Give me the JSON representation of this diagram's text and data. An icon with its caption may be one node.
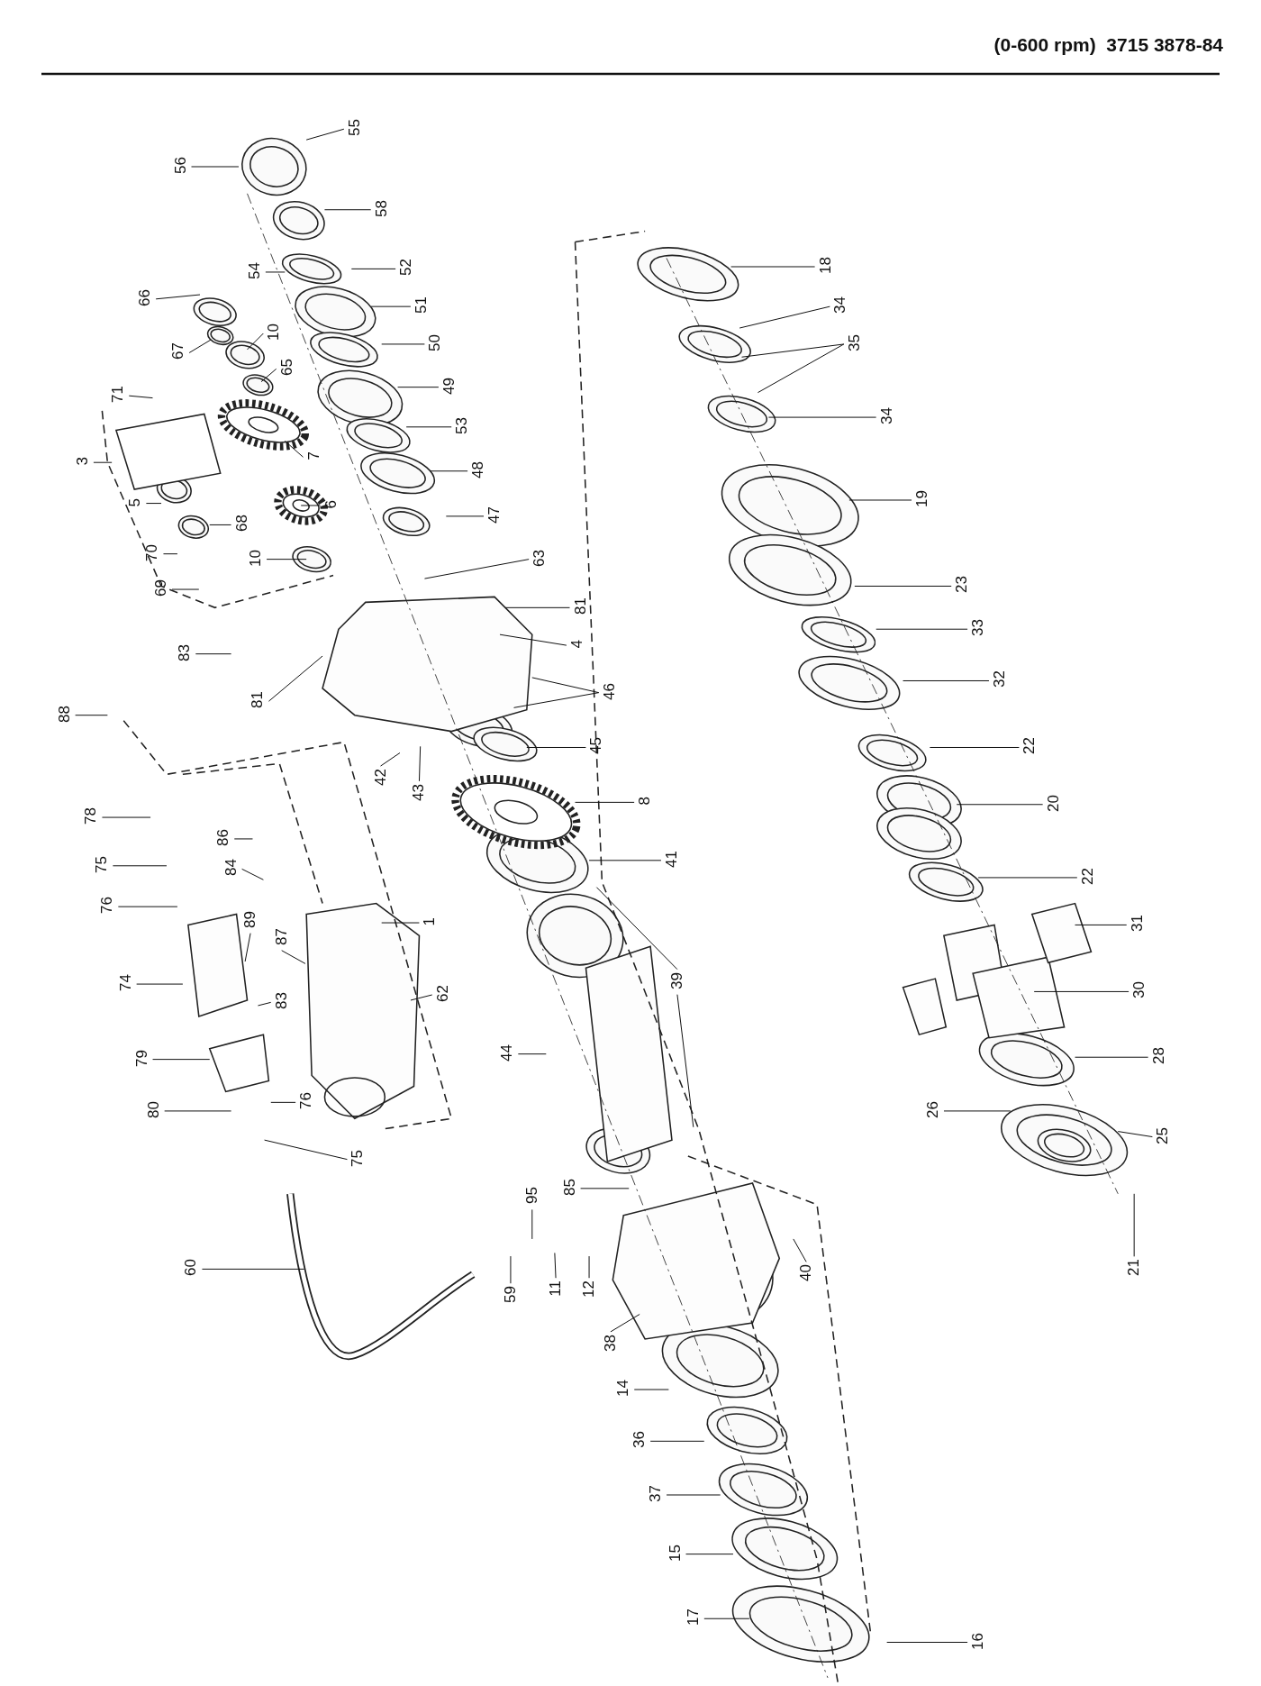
{
  "diagram": {
    "title": "(0-600 rpm)  3715 3878-84",
    "nodes": [
      {
        "text": [
          "55"
        ]
      },
      {
        "text": [
          "56"
        ]
      },
      {
        "text": [
          "58"
        ]
      },
      {
        "text": [
          "54"
        ]
      },
      {
        "text": [
          "52"
        ]
      },
      {
        "text": [
          "66"
        ]
      },
      {
        "text": [
          "67"
        ]
      },
      {
        "text": [
          "10"
        ]
      },
      {
        "text": [
          "51"
        ]
      },
      {
        "text": [
          "71"
        ]
      },
      {
        "text": [
          "65"
        ]
      },
      {
        "text": [
          "50"
        ]
      },
      {
        "text": [
          "49"
        ]
      },
      {
        "text": [
          "3"
        ]
      },
      {
        "text": [
          "53"
        ]
      },
      {
        "text": [
          "7"
        ]
      },
      {
        "text": [
          "48"
        ]
      },
      {
        "text": [
          "5"
        ]
      },
      {
        "text": [
          "68"
        ]
      },
      {
        "text": [
          "6"
        ]
      },
      {
        "text": [
          "47"
        ]
      },
      {
        "text": [
          "70"
        ]
      },
      {
        "text": [
          "10"
        ]
      },
      {
        "text": [
          "63"
        ]
      },
      {
        "text": [
          "69"
        ]
      },
      {
        "text": [
          "81"
        ]
      },
      {
        "text": [
          "4"
        ]
      },
      {
        "text": [
          "83"
        ]
      },
      {
        "text": [
          "81"
        ]
      },
      {
        "text": [
          "46"
        ]
      },
      {
        "text": [
          "88"
        ]
      },
      {
        "text": [
          "45"
        ]
      },
      {
        "text": [
          "42"
        ]
      },
      {
        "text": [
          "43"
        ]
      },
      {
        "text": [
          "8"
        ]
      },
      {
        "text": [
          "78"
        ]
      },
      {
        "text": [
          "86"
        ]
      },
      {
        "text": [
          "84"
        ]
      },
      {
        "text": [
          "75"
        ]
      },
      {
        "text": [
          "41"
        ]
      },
      {
        "text": [
          "76"
        ]
      },
      {
        "text": [
          "1"
        ]
      },
      {
        "text": [
          "89"
        ]
      },
      {
        "text": [
          "87"
        ]
      },
      {
        "text": [
          "39"
        ]
      },
      {
        "text": [
          "74"
        ]
      },
      {
        "text": [
          "83"
        ]
      },
      {
        "text": [
          "62"
        ]
      },
      {
        "text": [
          "44"
        ]
      },
      {
        "text": [
          "79"
        ]
      },
      {
        "text": [
          "76"
        ]
      },
      {
        "text": [
          "80"
        ]
      },
      {
        "text": [
          "75"
        ]
      },
      {
        "text": [
          "85"
        ]
      },
      {
        "text": [
          "95"
        ]
      },
      {
        "text": [
          "60"
        ]
      },
      {
        "text": [
          "59"
        ]
      },
      {
        "text": [
          "11"
        ]
      },
      {
        "text": [
          "12"
        ]
      },
      {
        "text": [
          "40"
        ]
      },
      {
        "text": [
          "38"
        ]
      },
      {
        "text": [
          "14"
        ]
      },
      {
        "text": [
          "36"
        ]
      },
      {
        "text": [
          "37"
        ]
      },
      {
        "text": [
          "15"
        ]
      },
      {
        "text": [
          "17"
        ]
      },
      {
        "text": [
          "16"
        ]
      },
      {
        "text": [
          "18"
        ]
      },
      {
        "text": [
          "34"
        ]
      },
      {
        "text": [
          "35"
        ]
      },
      {
        "text": [
          "34"
        ]
      },
      {
        "text": [
          "19"
        ]
      },
      {
        "text": [
          "23"
        ]
      },
      {
        "text": [
          "33"
        ]
      },
      {
        "text": [
          "32"
        ]
      },
      {
        "text": [
          "22"
        ]
      },
      {
        "text": [
          "20"
        ]
      },
      {
        "text": [
          "22"
        ]
      },
      {
        "text": [
          "31"
        ]
      },
      {
        "text": [
          "30"
        ]
      },
      {
        "text": [
          "28"
        ]
      },
      {
        "text": [
          "26"
        ]
      },
      {
        "text": [
          "25"
        ]
      },
      {
        "text": [
          "21"
        ]
      }
    ],
    "edges": [
      {
        "from": 0,
        "to": null,
        "arrow": "none"
      },
      {
        "from": 1,
        "to": null,
        "arrow": "none"
      },
      {
        "from": 2,
        "to": null,
        "arrow": "none"
      },
      {
        "from": 3,
        "to": null,
        "arrow": "none"
      },
      {
        "from": 4,
        "to": null,
        "arrow": "none"
      },
      {
        "from": 5,
        "to": null,
        "arrow": "none"
      },
      {
        "from": 6,
        "to": null,
        "arrow": "none"
      },
      {
        "from": 7,
        "to": null,
        "arrow": "none"
      },
      {
        "from": 8,
        "to": null,
        "arrow": "none"
      },
      {
        "from": 9,
        "to": null,
        "arrow": "none"
      },
      {
        "from": 10,
        "to": null,
        "arrow": "none"
      },
      {
        "from": 11,
        "to": null,
        "arrow": "none"
      },
      {
        "from": 12,
        "to": null,
        "arrow": "none"
      },
      {
        "from": 13,
        "to": null,
        "arrow": "none"
      },
      {
        "from": 14,
        "to": null,
        "arrow": "none"
      },
      {
        "from": 15,
        "to": null,
        "arrow": "none"
      },
      {
        "from": 16,
        "to": null,
        "arrow": "none"
      },
      {
        "from": 17,
        "to": null,
        "arrow": "none"
      },
      {
        "from": 18,
        "to": null,
        "arrow": "none"
      },
      {
        "from": 19,
        "to": null,
        "arrow": "none"
      },
      {
        "from": 20,
        "to": null,
        "arrow": "none"
      },
      {
        "from": 21,
        "to": null,
        "arrow": "none"
      },
      {
        "from": 22,
        "to": null,
        "arrow": "none"
      },
      {
        "from": 23,
        "to": null,
        "arrow": "none"
      },
      {
        "from": 24,
        "to": null,
        "arrow": "none"
      },
      {
        "from": 25,
        "to": null,
        "arrow": "none"
      },
      {
        "from": 26,
        "to": null,
        "arrow": "none"
      },
      {
        "from": 27,
        "to": null,
        "arrow": "none"
      },
      {
        "from": 28,
        "to": null,
        "arrow": "none"
      },
      {
        "from": 29,
        "to": null,
        "arrow": "none"
      },
      {
        "from": 29,
        "to": null,
        "arrow": "none"
      },
      {
        "from": 30,
        "to": null,
        "arrow": "none"
      },
      {
        "from": 31,
        "to": null,
        "arrow": "none"
      },
      {
        "from": 32,
        "to": null,
        "arrow": "none"
      },
      {
        "from": 33,
        "to": null,
        "arrow": "none"
      },
      {
        "from": 34,
        "to": null,
        "arrow": "none"
      },
      {
        "from": 35,
        "to": null,
        "arrow": "none"
      },
      {
        "from": 36,
        "to": null,
        "arrow": "none"
      },
      {
        "from": 37,
        "to": null,
        "arrow": "none"
      },
      {
        "from": 38,
        "to": null,
        "arrow": "none"
      },
      {
        "from": 39,
        "to": null,
        "arrow": "none"
      },
      {
        "from": 40,
        "to": null,
        "arrow": "none"
      },
      {
        "from": 41,
        "to": null,
        "arrow": "none"
      },
      {
        "from": 42,
        "to": null,
        "arrow": "none"
      },
      {
        "from": 43,
        "to": null,
        "arrow": "none"
      },
      {
        "from": 44,
        "to": null,
        "arrow": "none"
      },
      {
        "from": 44,
        "to": null,
        "arrow": "none"
      },
      {
        "from": 45,
        "to": null,
        "arrow": "none"
      },
      {
        "from": 46,
        "to": null,
        "arrow": "none"
      },
      {
        "from": 47,
        "to": null,
        "arrow": "none"
      },
      {
        "from": 48,
        "to": null,
        "arrow": "none"
      },
      {
        "from": 49,
        "to": null,
        "arrow": "none"
      },
      {
        "from": 50,
        "to": null,
        "arrow": "none"
      },
      {
        "from": 51,
        "to": null,
        "arrow": "none"
      },
      {
        "from": 52,
        "to": null,
        "arrow": "none"
      },
      {
        "from": 53,
        "to": null,
        "arrow": "none"
      },
      {
        "from": 54,
        "to": null,
        "arrow": "none"
      },
      {
        "from": 55,
        "to": null,
        "arrow": "none"
      },
      {
        "from": 56,
        "to": null,
        "arrow": "none"
      },
      {
        "from": 57,
        "to": null,
        "arrow": "none"
      },
      {
        "from": 58,
        "to": null,
        "arrow": "none"
      },
      {
        "from": 59,
        "to": null,
        "arrow": "none"
      },
      {
        "from": 60,
        "to": null,
        "arrow": "none"
      },
      {
        "from": 61,
        "to": null,
        "arrow": "none"
      },
      {
        "from": 62,
        "to": null,
        "arrow": "none"
      },
      {
        "from": 63,
        "to": null,
        "arrow": "none"
      },
      {
        "from": 64,
        "to": null,
        "arrow": "none"
      },
      {
        "from": 65,
        "to": null,
        "arrow": "none"
      },
      {
        "from": 66,
        "to": null,
        "arrow": "none"
      },
      {
        "from": 67,
        "to": null,
        "arrow": "none"
      },
      {
        "from": 68,
        "to": null,
        "arrow": "none"
      },
      {
        "from": 69,
        "to": null,
        "arrow": "none"
      },
      {
        "from": 69,
        "to": null,
        "arrow": "none"
      },
      {
        "from": 70,
        "to": null,
        "arrow": "none"
      },
      {
        "from": 71,
        "to": null,
        "arrow": "none"
      },
      {
        "from": 72,
        "to": null,
        "arrow": "none"
      },
      {
        "from": 73,
        "to": null,
        "arrow": "none"
      },
      {
        "from": 74,
        "to": null,
        "arrow": "none"
      },
      {
        "from": 75,
        "to": null,
        "arrow": "none"
      },
      {
        "from": 76,
        "to": null,
        "arrow": "none"
      },
      {
        "from": 77,
        "to": null,
        "arrow": "none"
      },
      {
        "from": 78,
        "to": null,
        "arrow": "none"
      },
      {
        "from": 79,
        "to": null,
        "arrow": "none"
      },
      {
        "from": 80,
        "to": null,
        "arrow": "none"
      },
      {
        "from": 81,
        "to": null,
        "arrow": "none"
      },
      {
        "from": 82,
        "to": null,
        "arrow": "none"
      },
      {
        "from": 83,
        "to": null,
        "arrow": "none"
      }
    ]
  }
}
